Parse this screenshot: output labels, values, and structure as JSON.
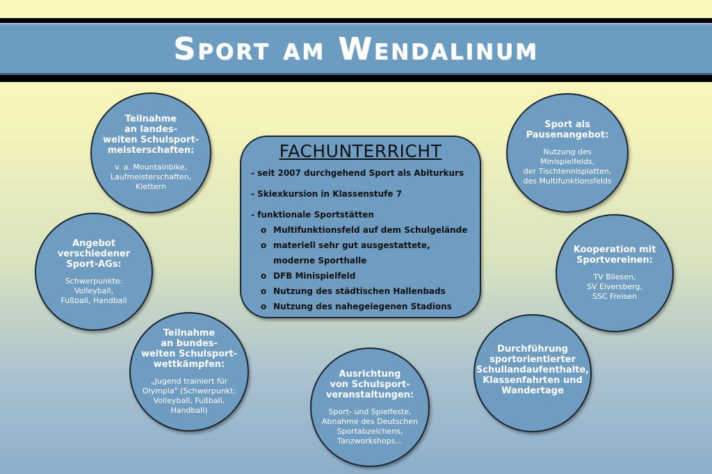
{
  "title": "Sport am Wendalinum",
  "center": {
    "heading": "FACHUNTERRICHT",
    "items": [
      "- seit 2007 durchgehend Sport als Abiturkurs",
      "- Skiexkursion in Klassenstufe 7",
      "- funktionale Sportstätten"
    ],
    "bullet": "o",
    "subitems": [
      "Multifunktionsfeld auf dem Schulgelände",
      "materiell sehr gut ausgestattete, moderne Sporthalle",
      "DFB Minispielfeld",
      "Nutzung des städtischen Hallenbads",
      "Nutzung des nahegelegenen Stadions"
    ]
  },
  "circles": [
    {
      "heading": "Teilnahme\nan landes-\nweiten Schulsport-\nmeisterschaften:",
      "body": "v. a. Mountainbike,\nLaufmeisterschaften,\nKlettern"
    },
    {
      "heading": "Angebot\nverschiedener\nSport-AGs:",
      "body": "Schwerpunkte: Volleyball,\nFußball, Handball"
    },
    {
      "heading": "Teilnahme\nan bundes-\nweiten Schulsport-\nwettkämpfen:",
      "body": "„Jugend trainiert für\nOlympia\" (Schwerpunkt:\nVolleyball, Fußball,\nHandball)"
    },
    {
      "heading": "Ausrichtung\nvon Schulsport-\nveranstaltungen:",
      "body": "Sport- und Spielfeste,\nAbnahme des Deutschen\nSportabzeichens,\nTanzworkshops..."
    },
    {
      "heading": "Durchführung\nsportorientierter\nSchullandaufenthalte,\nKlassenfahrten und\nWandertage",
      "body": ""
    },
    {
      "heading": "Kooperation mit\nSportvereinen:",
      "body": "TV Bliesen,\nSV Elversberg,\nSSC Freisen"
    },
    {
      "heading": "Sport als\nPausenangebot:",
      "body": "Nutzung des Minispielfelds,\nder Tischtennisplatten,\ndes Multifunktionsfelds"
    }
  ]
}
